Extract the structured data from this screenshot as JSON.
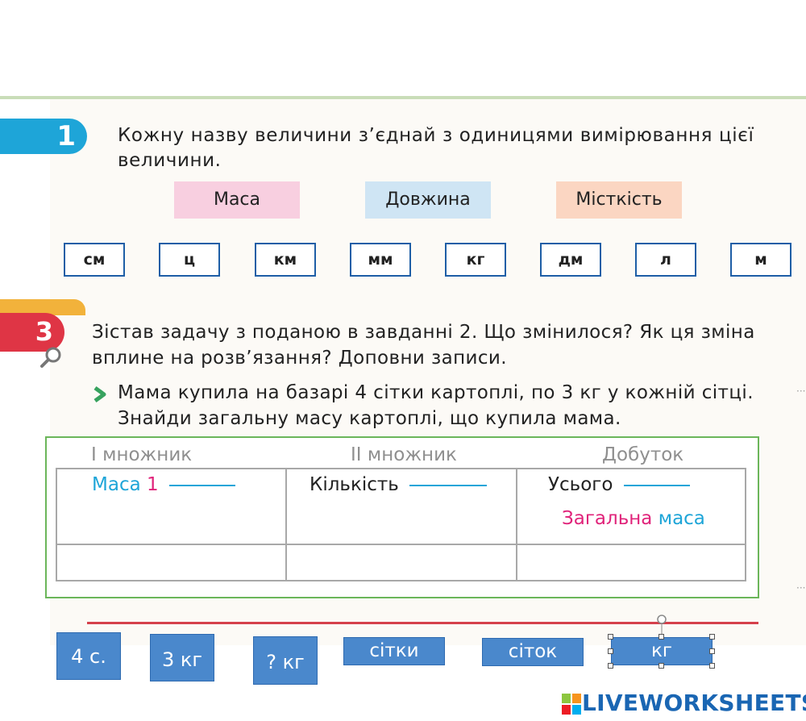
{
  "task1": {
    "number": "1",
    "text": "Кожну назву величини з’єднай з одиницями вимірювання цієї величини.",
    "categories": [
      "Маса",
      "Довжина",
      "Місткість"
    ],
    "units": [
      "см",
      "ц",
      "км",
      "мм",
      "кг",
      "дм",
      "л",
      "м"
    ]
  },
  "task3": {
    "number": "3",
    "text": "Зістав задачу з поданою в завданні 2. Що змінилося? Як ця зміна вплине на розв’язання? Доповни записи.",
    "problem": "Мама купила на базарі 4 сітки картоплі, по 3 кг у кожній сітці. Знайди загальну масу картоплі, що купила мама."
  },
  "table": {
    "headers": [
      "І множник",
      "ІІ множник",
      "Добуток"
    ],
    "cell1_a": "Маса",
    "cell1_b": "1",
    "cell2": "Кількість",
    "cell3": "Усього",
    "cell3_sub_a": "Загальна",
    "cell3_sub_b": "маса"
  },
  "tiles": [
    "4 с.",
    "3 кг",
    "? кг",
    "сітки",
    "сіток",
    "кг"
  ],
  "logo": "LIVEWORKSHEETS",
  "colors": {
    "accent_blue": "#1ea5d8",
    "accent_red": "#df3545",
    "tile": "#4a88cc",
    "magenta": "#e0237a"
  }
}
